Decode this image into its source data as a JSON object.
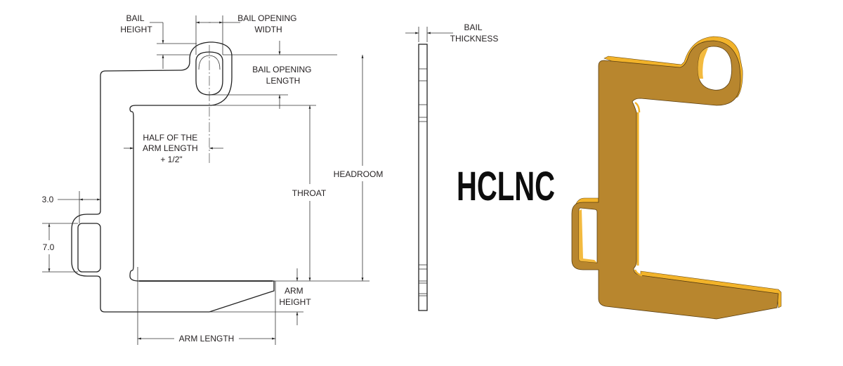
{
  "title": "HCLNC",
  "front_view": {
    "labels": {
      "bail_height": [
        "BAIL",
        "HEIGHT"
      ],
      "bail_opening_width": [
        "BAIL OPENING",
        "WIDTH"
      ],
      "bail_opening_length": [
        "BAIL OPENING",
        "LENGTH"
      ],
      "half_arm_length": [
        "HALF OF THE",
        "ARM LENGTH",
        "+ 1/2\""
      ],
      "headroom": "HEADROOM",
      "throat": "THROAT",
      "arm_height": [
        "ARM",
        "HEIGHT"
      ],
      "arm_length": "ARM LENGTH",
      "side_offset": "3.0",
      "slot_height": "7.0"
    }
  },
  "side_view": {
    "labels": {
      "bail_thickness": [
        "BAIL",
        "THICKNESS"
      ]
    }
  },
  "render": {
    "fill_color": "#b8862e",
    "edge_highlight": "#f2b32a",
    "edge_dark": "#7a5518"
  }
}
